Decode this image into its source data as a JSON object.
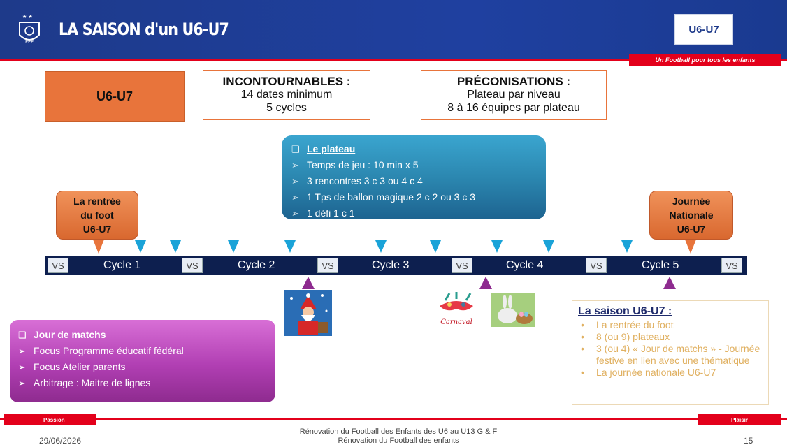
{
  "header": {
    "title": "LA SAISON d'un U6-U7",
    "tag": "U6-U7",
    "banner": "Un Football pour tous les enfants",
    "logo_text": "FFF"
  },
  "top": {
    "category": "U6-U7",
    "incontournables": {
      "title": "INCONTOURNABLES :",
      "line1": "14 dates minimum",
      "line2": "5 cycles"
    },
    "preconisations": {
      "title": "PRÉCONISATIONS :",
      "line1": "Plateau par niveau",
      "line2": "8 à 16 équipes par plateau"
    }
  },
  "plateau": {
    "title": "Le plateau",
    "items": [
      "Temps de jeu : 10 min x 5",
      "3 rencontres 3 c 3 ou 4 c 4",
      "1 Tps de ballon magique 2 c 2 ou 3 c 3",
      "1 défi 1 c 1"
    ]
  },
  "rentree": {
    "line1": "La rentrée",
    "line2": "du foot",
    "line3": "U6-U7"
  },
  "journee": {
    "line1": "Journée",
    "line2": "Nationale",
    "line3": "U6-U7"
  },
  "timeline": {
    "vs": "VS",
    "cycles": [
      "Cycle 1",
      "Cycle 2",
      "Cycle 3",
      "Cycle 4",
      "Cycle 5"
    ]
  },
  "images": {
    "carnival_text": "Carnaval"
  },
  "matchs": {
    "title": "Jour de matchs",
    "items": [
      "Focus Programme éducatif fédéral",
      "Focus Atelier parents",
      "Arbitrage : Maitre de lignes"
    ]
  },
  "saison": {
    "title": "La saison U6-U7 :",
    "items": [
      "La rentrée du foot",
      "8 (ou 9) plateaux",
      "3 (ou 4) « Jour de matchs » - Journée festive en lien avec une thématique",
      "La journée nationale U6-U7"
    ]
  },
  "footer": {
    "left": "Passion",
    "right": "Plaisir",
    "date": "29/06/2026",
    "center1": "Rénovation du Football des Enfants des U6 au U13 G & F",
    "center2": "Rénovation du Football des enfants",
    "page": "15"
  }
}
